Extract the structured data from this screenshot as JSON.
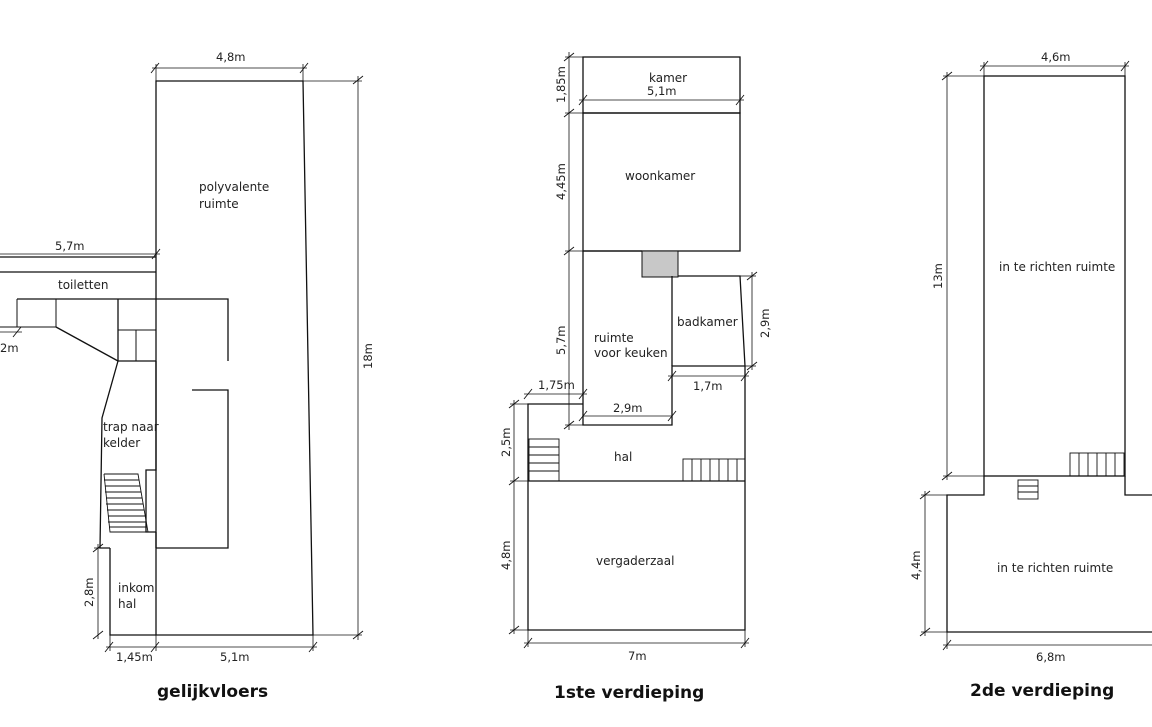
{
  "floors": {
    "ground": {
      "title": "gelijkvloers",
      "rooms": {
        "polyvalent_1": "polyvalente",
        "polyvalent_2": "ruimte",
        "toilets": "toiletten",
        "stairs_1": "trap naar",
        "stairs_2": "kelder",
        "entrance_1": "inkom",
        "entrance_2": "hal"
      },
      "dims": {
        "top_width": "4,8m",
        "left_width": "5,7m",
        "small": "2m",
        "right_height": "18m",
        "entrance_height": "2,8m",
        "bottom_left": "1,45m",
        "bottom_right": "5,1m"
      }
    },
    "first": {
      "title": "1ste verdieping",
      "rooms": {
        "room": "kamer",
        "living": "woonkamer",
        "kitchen_1": "ruimte",
        "kitchen_2": "voor keuken",
        "bathroom": "badkamer",
        "hall": "hal",
        "meeting": "vergaderzaal"
      },
      "dims": {
        "room_height": "1,85m",
        "room_width": "5,1m",
        "living_height": "4,45m",
        "kitchen_height": "5,7m",
        "bath_height": "2,9m",
        "bath_width": "1,7m",
        "kitchen_width": "2,9m",
        "hall_offset": "1,75m",
        "hall_height": "2,5m",
        "meeting_height": "4,8m",
        "bottom_width": "7m"
      }
    },
    "second": {
      "title": "2de verdieping",
      "rooms": {
        "upper": "in te richten ruimte",
        "lower": "in te richten ruimte"
      },
      "dims": {
        "top_width": "4,6m",
        "left_height": "13m",
        "lower_height": "4,4m",
        "bottom_width": "6,8m"
      }
    }
  },
  "colors": {
    "line": "#111111",
    "shaft": "#c8c8c8",
    "background": "#ffffff"
  }
}
